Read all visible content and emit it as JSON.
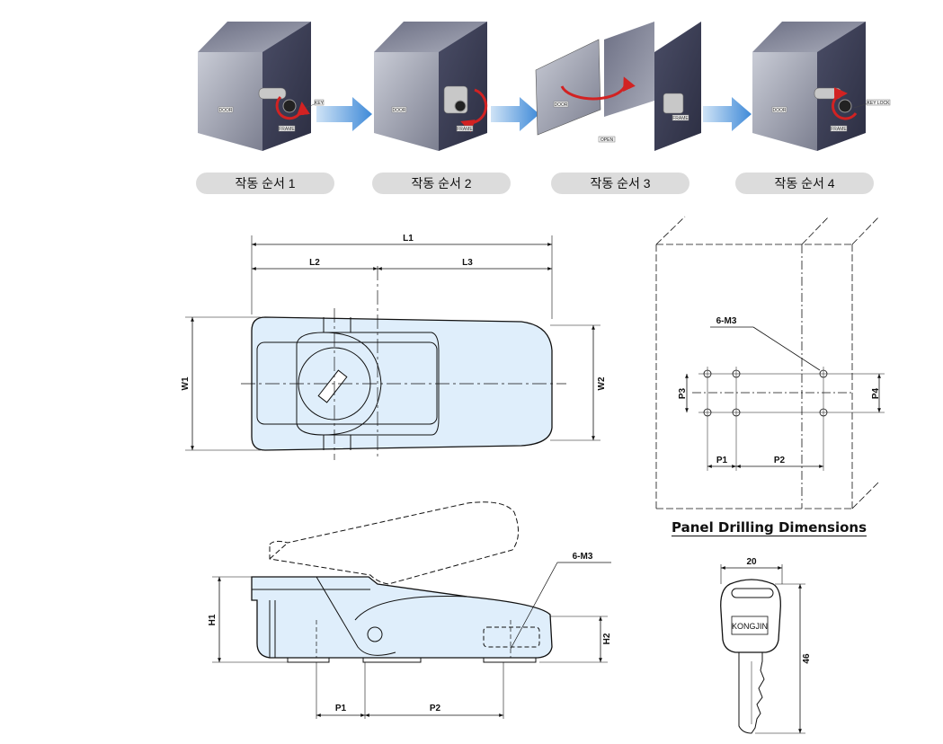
{
  "steps": [
    "작동 순서 1",
    "작동 순서 2",
    "작동 순서 3",
    "작동 순서 4"
  ],
  "step_tags": {
    "door": "DOOR",
    "frame": "FRAME",
    "key": "KEY",
    "open": "OPEN",
    "key_lock": "KEY LOCK"
  },
  "top_view": {
    "L1": "L1",
    "L2": "L2",
    "L3": "L3",
    "W1": "W1",
    "W2": "W2"
  },
  "side_view": {
    "H1": "H1",
    "H2": "H2",
    "P1": "P1",
    "P2": "P2",
    "thread": "6-M3"
  },
  "panel": {
    "thread": "6-M3",
    "P1": "P1",
    "P2": "P2",
    "P3": "P3",
    "P4": "P4",
    "caption": "Panel Drilling Dimensions"
  },
  "key": {
    "brand": "KONGJIN",
    "width": "20",
    "length": "46"
  },
  "colors": {
    "part_fill": "#dfeefb",
    "arrow_blue": "#4a90d9",
    "cabinet_dark": "#3c3f58",
    "rotate_red": "#d22222"
  }
}
